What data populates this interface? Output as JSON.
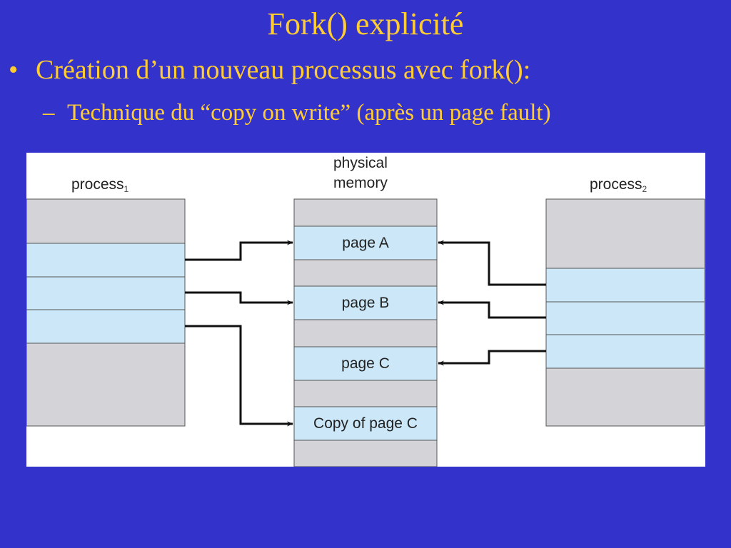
{
  "slide": {
    "title": "Fork() explicité",
    "bullet": {
      "marker": "•",
      "text": "Création d’un nouveau processus avec fork():"
    },
    "sub_bullet": {
      "marker": "–",
      "text": "Technique du “copy on write” (après un page fault)"
    }
  },
  "diagram": {
    "process1": {
      "label": "process",
      "subscript": "1"
    },
    "process2": {
      "label": "process",
      "subscript": "2"
    },
    "memory": {
      "label_line1": "physical",
      "label_line2": "memory"
    },
    "pages": {
      "page_a": "page A",
      "page_b": "page B",
      "page_c": "page C",
      "copy_c": "Copy of page C"
    },
    "colors": {
      "background": "#3333cc",
      "text_accent": "#ffcc33",
      "panel": "#ffffff",
      "block_gray": "#d4d4d8",
      "block_page": "#cce8f8",
      "arrow": "#111111"
    }
  }
}
